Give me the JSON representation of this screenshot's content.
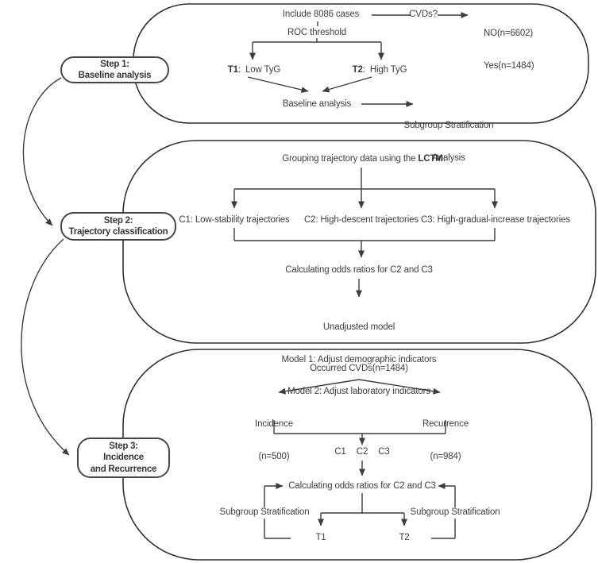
{
  "colors": {
    "line": "#3a3e42",
    "text": "#3d4144",
    "background": "#ffffff"
  },
  "step1": {
    "pill": [
      "Step 1:",
      "Baseline analysis"
    ],
    "include": "Include 8086 cases",
    "roc": "ROC threshold",
    "cvds": "CVDs?",
    "no": "NO(n=6602)",
    "yes": "Yes(n=1484)",
    "t1": {
      "bold": "T1",
      "rest": ":  Low TyG"
    },
    "t2": {
      "bold": "T2",
      "rest": ":  High TyG"
    },
    "baseline": "Baseline analysis",
    "subgroup": [
      "Subgroup Stratification",
      "Analysis"
    ]
  },
  "step2": {
    "pill": [
      "Step 2:",
      "Trajectory classification"
    ],
    "grouping_prefix": "Grouping trajectory data using the ",
    "grouping_bold": "LCTM",
    "grouping_suffix": ":",
    "c1": "C1: Low-stability trajectories",
    "c2": "C2: High-descent trajectories",
    "c3": "C3: High-gradual-increase trajectories",
    "calc": "Calculating odds ratios for C2 and C3",
    "models": [
      "Unadjusted model",
      "Model 1: Adjust demographic indicators",
      "Model 2: Adjust laboratory indicators"
    ]
  },
  "step3": {
    "pill": [
      "Step 3:",
      "Incidence",
      "and Recurrence"
    ],
    "occurred": "Occurred CVDs(n=1484)",
    "incidence": [
      "Incidence",
      "(n=500)"
    ],
    "recurrence": [
      "Recurrence",
      "(n=984)"
    ],
    "classes": [
      "C1",
      "C2",
      "C3"
    ],
    "calc": "Calculating odds ratios for C2 and C3",
    "subgroup_left": "Subgroup Stratification",
    "subgroup_right": "Subgroup Stratification",
    "t1": "T1",
    "t2": "T2"
  }
}
